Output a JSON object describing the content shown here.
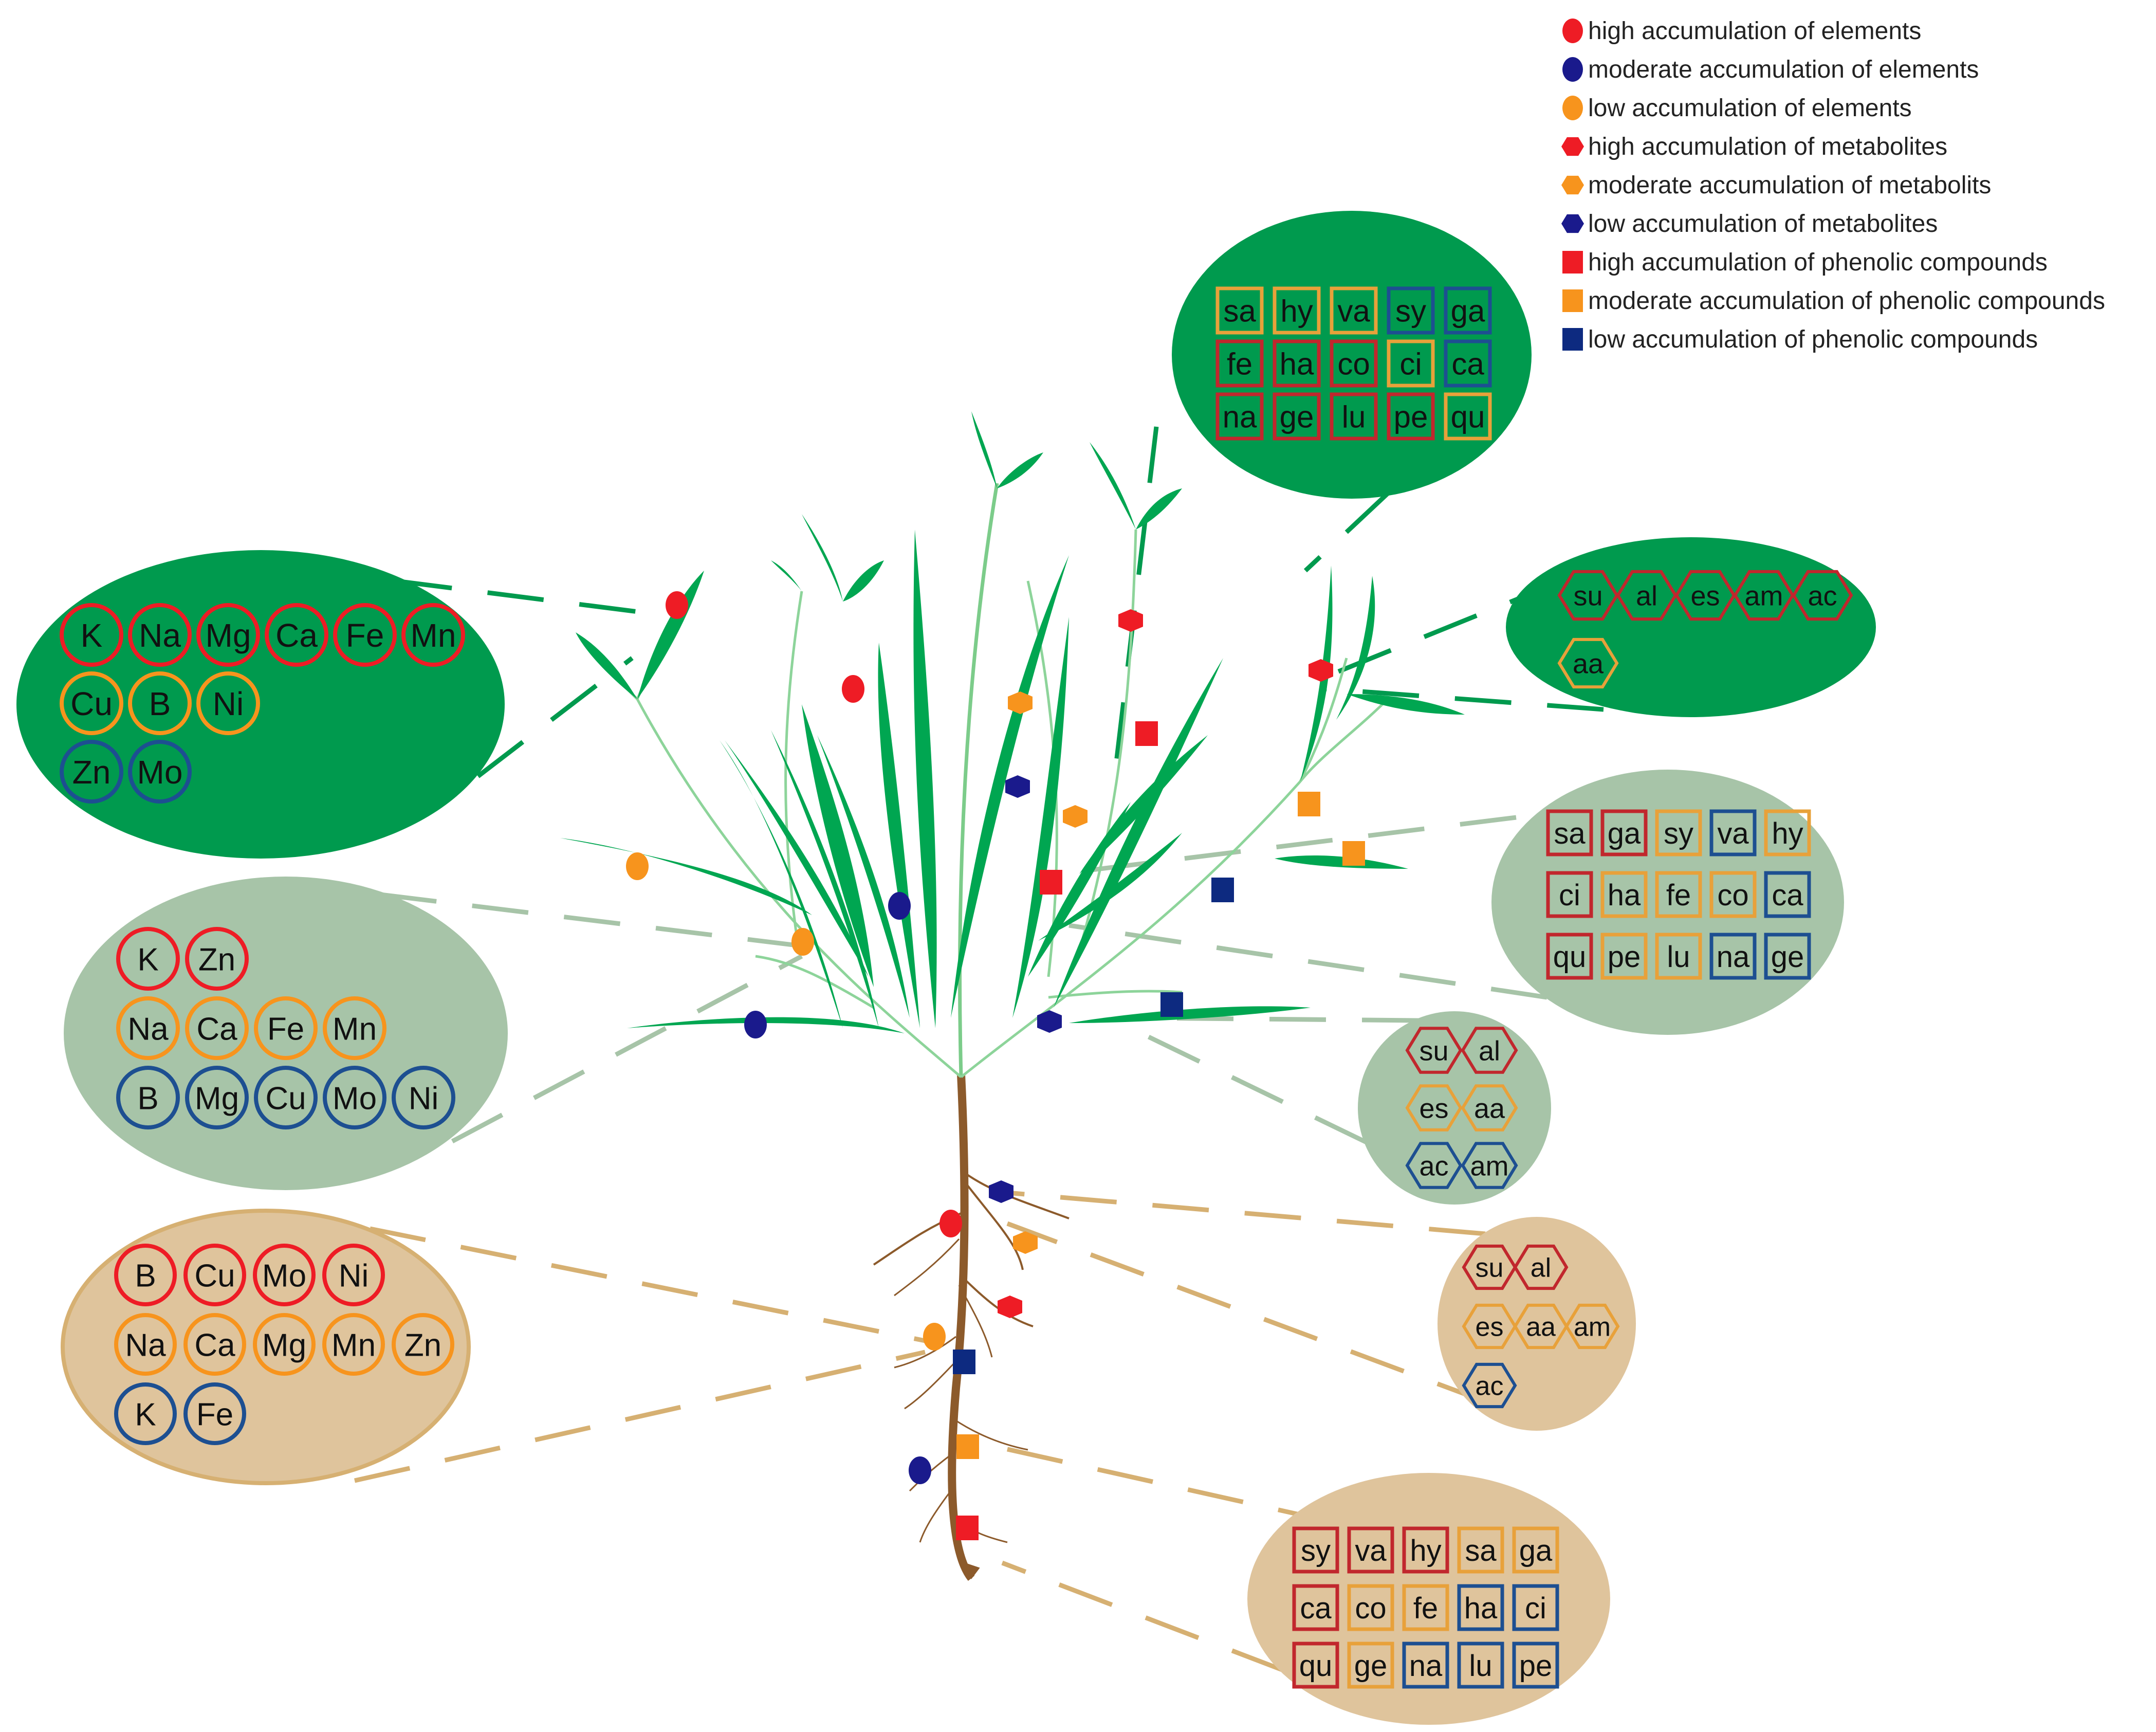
{
  "colors": {
    "high": "#ee1c25",
    "moderate_element": "#1a1a8c",
    "low_element": "#f7941d",
    "moderate_marker": "#f7941d",
    "low_marker": "#1a1a8c",
    "low_phenolic": "#0d2a80",
    "box_red": "#c1272d",
    "box_orange": "#e8a13a",
    "box_blue": "#1d4f91",
    "leaf_ellipse": "#009a4e",
    "stem_ellipse": "#a7c4a8",
    "root_ellipse": "#dfc49c",
    "leaf_green": "#00a651",
    "root_brown": "#8c5a2b"
  },
  "legend": [
    {
      "shape": "circle",
      "color": "#ee1c25",
      "label": "high accumulation of elements"
    },
    {
      "shape": "circle",
      "color": "#1a1a8c",
      "label": "moderate accumulation of elements"
    },
    {
      "shape": "circle",
      "color": "#f7941d",
      "label": "low accumulation of elements"
    },
    {
      "shape": "hexagon",
      "color": "#ee1c25",
      "label": "high accumulation of metabolites"
    },
    {
      "shape": "hexagon",
      "color": "#f7941d",
      "label": "moderate accumulation of metabolits"
    },
    {
      "shape": "hexagon",
      "color": "#1a1a8c",
      "label": "low accumulation of metabolites"
    },
    {
      "shape": "square",
      "color": "#ee1c25",
      "label": "high accumulation of phenolic compounds"
    },
    {
      "shape": "square",
      "color": "#f7941d",
      "label": "moderate accumulation of phenolic compounds"
    },
    {
      "shape": "square",
      "color": "#0d2a80",
      "label": "low accumulation of phenolic compounds"
    }
  ],
  "leaf": {
    "elements": [
      [
        [
          "K",
          "high"
        ],
        [
          "Na",
          "high"
        ],
        [
          "Mg",
          "high"
        ],
        [
          "Ca",
          "high"
        ],
        [
          "Fe",
          "high"
        ],
        [
          "Mn",
          "high"
        ]
      ],
      [
        [
          "Cu",
          "moderate"
        ],
        [
          "B",
          "moderate"
        ],
        [
          "Ni",
          "moderate"
        ]
      ],
      [
        [
          "Zn",
          "low"
        ],
        [
          "Mo",
          "low"
        ]
      ]
    ],
    "metabolites": [
      [
        [
          "su",
          "high"
        ],
        [
          "al",
          "high"
        ],
        [
          "es",
          "high"
        ],
        [
          "am",
          "high"
        ],
        [
          "ac",
          "high"
        ]
      ],
      [
        [
          "aa",
          "moderate"
        ]
      ]
    ],
    "phenolics": [
      [
        [
          "sa",
          "moderate"
        ],
        [
          "hy",
          "moderate"
        ],
        [
          "va",
          "moderate"
        ],
        [
          "sy",
          "low"
        ],
        [
          "ga",
          "low"
        ]
      ],
      [
        [
          "fe",
          "high"
        ],
        [
          "ha",
          "high"
        ],
        [
          "co",
          "high"
        ],
        [
          "ci",
          "moderate"
        ],
        [
          "ca",
          "low"
        ]
      ],
      [
        [
          "na",
          "high"
        ],
        [
          "ge",
          "high"
        ],
        [
          "lu",
          "high"
        ],
        [
          "pe",
          "high"
        ],
        [
          "qu",
          "moderate"
        ]
      ]
    ]
  },
  "stem": {
    "elements": [
      [
        [
          "K",
          "high"
        ],
        [
          "Zn",
          "high"
        ]
      ],
      [
        [
          "Na",
          "moderate"
        ],
        [
          "Ca",
          "moderate"
        ],
        [
          "Fe",
          "moderate"
        ],
        [
          "Mn",
          "moderate"
        ]
      ],
      [
        [
          "B",
          "low"
        ],
        [
          "Mg",
          "low"
        ],
        [
          "Cu",
          "low"
        ],
        [
          "Mo",
          "low"
        ],
        [
          "Ni",
          "low"
        ]
      ]
    ],
    "metabolites": [
      [
        [
          "su",
          "high"
        ],
        [
          "al",
          "high"
        ]
      ],
      [
        [
          "es",
          "moderate"
        ],
        [
          "aa",
          "moderate"
        ]
      ],
      [
        [
          "ac",
          "low"
        ],
        [
          "am",
          "low"
        ]
      ]
    ],
    "phenolics": [
      [
        [
          "sa",
          "high"
        ],
        [
          "ga",
          "high"
        ],
        [
          "sy",
          "moderate"
        ],
        [
          "va",
          "low"
        ],
        [
          "hy",
          "moderate"
        ]
      ],
      [
        [
          "ci",
          "high"
        ],
        [
          "ha",
          "moderate"
        ],
        [
          "fe",
          "moderate"
        ],
        [
          "co",
          "moderate"
        ],
        [
          "ca",
          "low"
        ]
      ],
      [
        [
          "qu",
          "high"
        ],
        [
          "pe",
          "moderate"
        ],
        [
          "lu",
          "moderate"
        ],
        [
          "na",
          "low"
        ],
        [
          "ge",
          "low"
        ]
      ]
    ]
  },
  "root": {
    "elements": [
      [
        [
          "B",
          "high"
        ],
        [
          "Cu",
          "high"
        ],
        [
          "Mo",
          "high"
        ],
        [
          "Ni",
          "high"
        ]
      ],
      [
        [
          "Na",
          "moderate"
        ],
        [
          "Ca",
          "moderate"
        ],
        [
          "Mg",
          "moderate"
        ],
        [
          "Mn",
          "moderate"
        ],
        [
          "Zn",
          "moderate"
        ]
      ],
      [
        [
          "K",
          "low"
        ],
        [
          "Fe",
          "low"
        ]
      ]
    ],
    "metabolites": [
      [
        [
          "su",
          "high"
        ],
        [
          "al",
          "high"
        ]
      ],
      [
        [
          "es",
          "moderate"
        ],
        [
          "aa",
          "moderate"
        ],
        [
          "am",
          "moderate"
        ]
      ],
      [
        [
          "ac",
          "low"
        ]
      ]
    ],
    "phenolics": [
      [
        [
          "sy",
          "high"
        ],
        [
          "va",
          "high"
        ],
        [
          "hy",
          "high"
        ],
        [
          "sa",
          "moderate"
        ],
        [
          "ga",
          "moderate"
        ]
      ],
      [
        [
          "ca",
          "high"
        ],
        [
          "co",
          "moderate"
        ],
        [
          "fe",
          "moderate"
        ],
        [
          "ha",
          "low"
        ],
        [
          "ci",
          "low"
        ]
      ],
      [
        [
          "qu",
          "high"
        ],
        [
          "ge",
          "moderate"
        ],
        [
          "na",
          "low"
        ],
        [
          "lu",
          "low"
        ],
        [
          "pe",
          "low"
        ]
      ]
    ]
  }
}
